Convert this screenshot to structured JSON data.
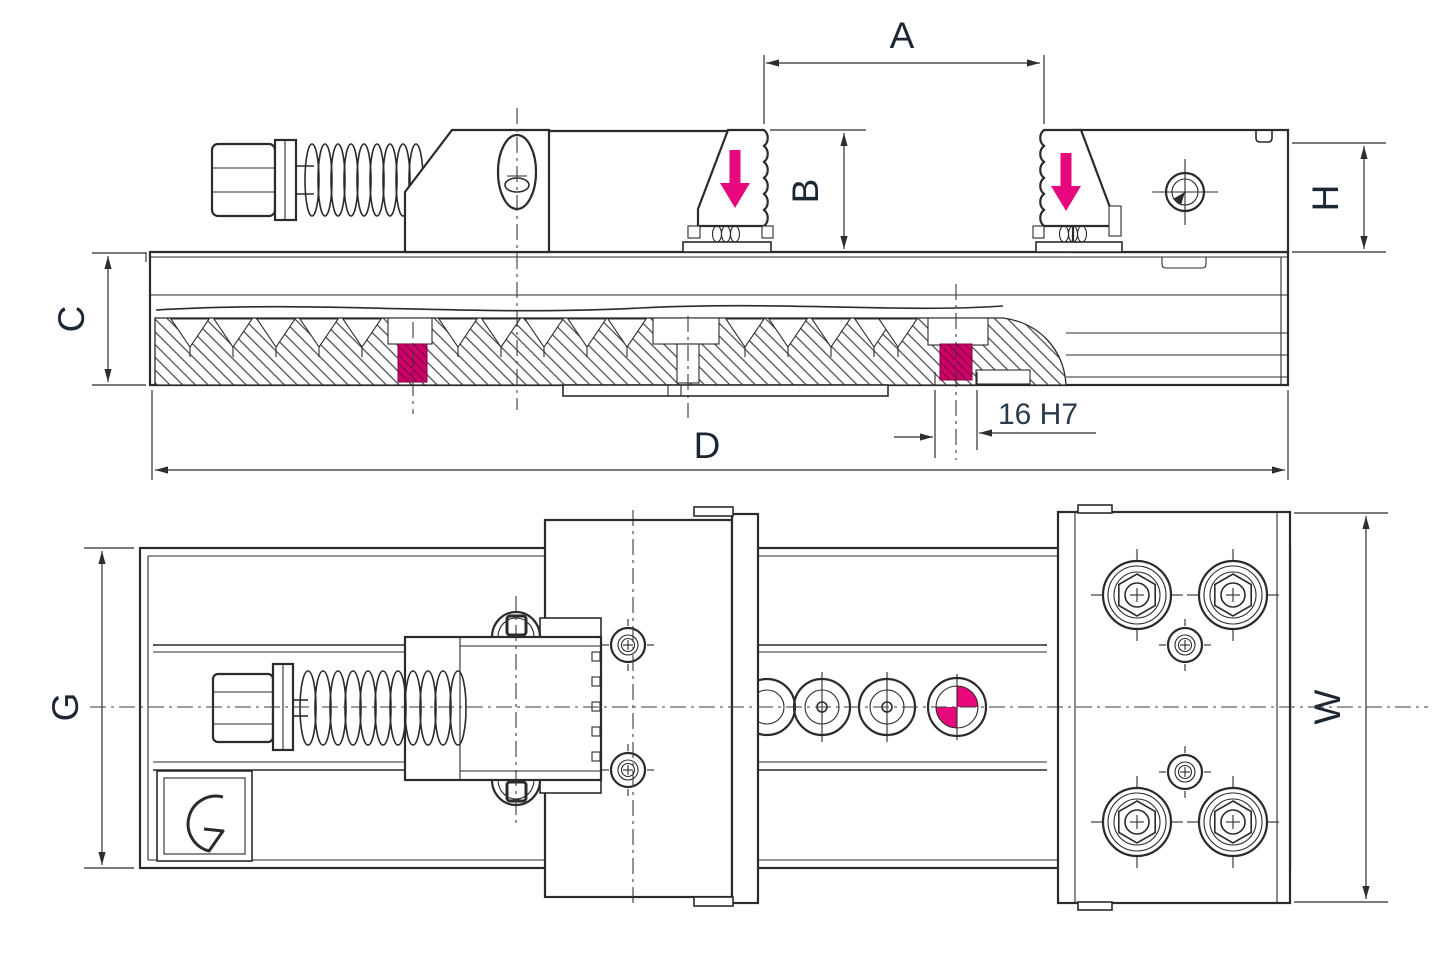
{
  "drawing": {
    "labels": {
      "a": "A",
      "b": "B",
      "c": "C",
      "d": "D",
      "g": "G",
      "h": "H",
      "w": "W",
      "slot": "16 H7"
    },
    "colors": {
      "background": "#ffffff",
      "line": "#2b2b2b",
      "label": "#1d2733",
      "accent_pink": "#e8087e",
      "plug_magenta": "#cf0168",
      "plug_hatch": "#8a0046"
    }
  }
}
